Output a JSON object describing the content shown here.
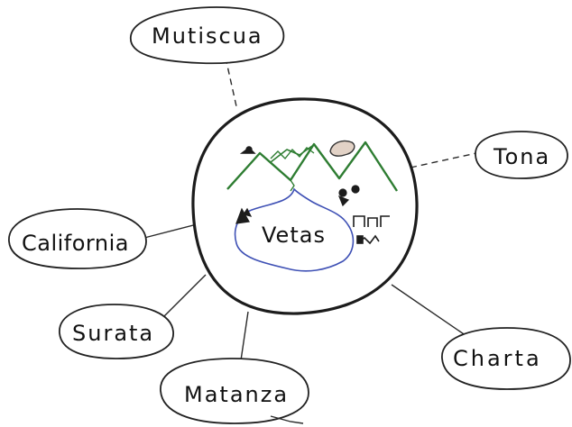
{
  "center": {
    "label": "Vetas"
  },
  "nodes": {
    "mutiscua": "Mutiscua",
    "tona": "Tona",
    "california": "California",
    "surata": "Surata",
    "matanza": "Matanza",
    "charta": "Charta"
  },
  "colors": {
    "ink": "#1c1c1c",
    "mountains": "#2e7d32",
    "water_outline": "#3f51b5",
    "rock_fill": "#e2d2c6"
  },
  "icons": [
    "mountain-range-icon",
    "lake-icon",
    "bird-icon",
    "boulder-icon",
    "village-icon"
  ]
}
